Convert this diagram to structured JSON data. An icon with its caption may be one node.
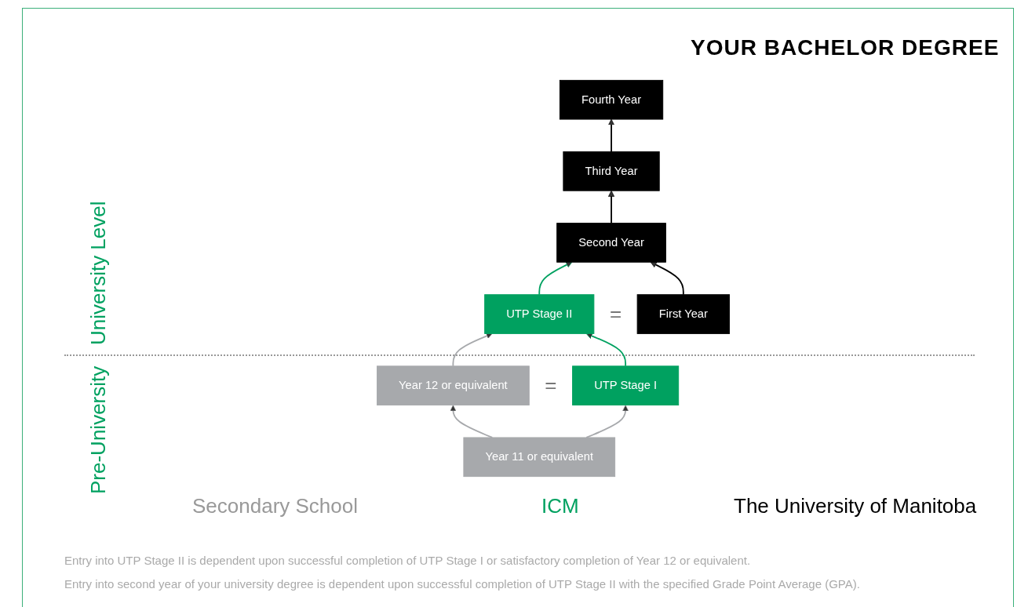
{
  "diagram": {
    "title": "YOUR BACHELOR DEGREE",
    "nodes": [
      {
        "text": [
          "Fourth Year"
        ]
      },
      {
        "text": [
          "Third Year"
        ]
      },
      {
        "text": [
          "Second Year"
        ]
      },
      {
        "text": [
          "UTP Stage II"
        ]
      },
      {
        "text": [
          "First Year"
        ]
      },
      {
        "text": [
          "Year 12 or equivalent"
        ]
      },
      {
        "text": [
          "UTP Stage I"
        ]
      },
      {
        "text": [
          "Year 11 or equivalent"
        ]
      }
    ],
    "edges": [
      {
        "from": 7,
        "to": 5,
        "arrow": "to",
        "color": "#a7a9ac"
      },
      {
        "from": 5,
        "to": 3,
        "arrow": "to",
        "color": "#a7a9ac"
      },
      {
        "from": 7,
        "to": 6,
        "arrow": "to",
        "color": "#a7a9ac"
      },
      {
        "from": 6,
        "to": 3,
        "arrow": "to",
        "color": "#00a160"
      },
      {
        "from": 3,
        "to": 2,
        "arrow": "to",
        "color": "#00a160"
      },
      {
        "from": 4,
        "to": 2,
        "arrow": "to",
        "color": "#000000"
      },
      {
        "from": 2,
        "to": 1,
        "arrow": "to",
        "color": "#000000"
      },
      {
        "from": 1,
        "to": 0,
        "arrow": "to",
        "color": "#000000"
      }
    ],
    "labels": [
      "University Level",
      "=",
      "Pre-University",
      "=",
      "Secondary School",
      "ICM",
      "The University of Manitoba",
      "Entry into UTP Stage II is dependent upon successful completion of UTP Stage I or satisfactory completion of Year 12 or equivalent.",
      "Entry into second year of your university degree is dependent upon successful completion of UTP Stage II with the specified Grade Point Average (GPA)."
    ]
  }
}
